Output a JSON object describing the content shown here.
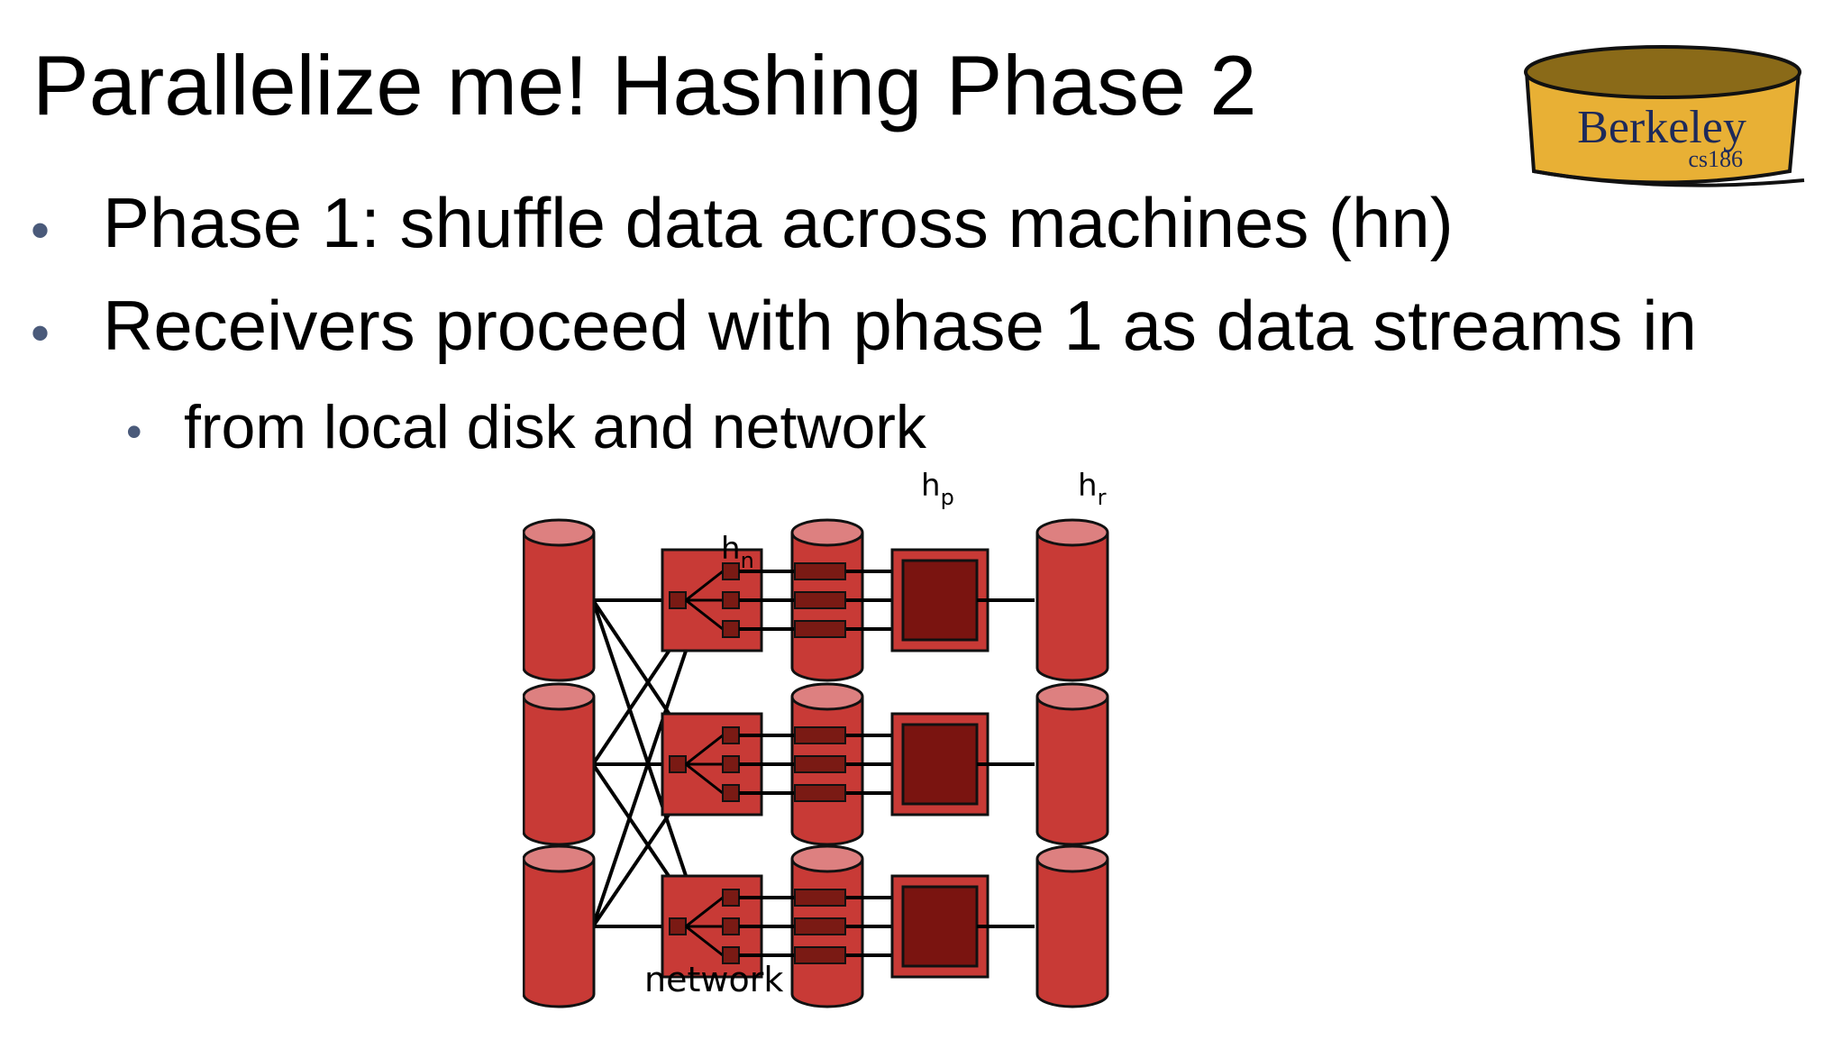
{
  "slide": {
    "title": "Parallelize me!  Hashing Phase 2",
    "bullets": [
      "Phase 1: shuffle data across machines (hn)",
      "Receivers proceed with phase 1 as data streams in"
    ],
    "sub_bullets": [
      "from local disk and network"
    ],
    "bullet_glyph": "•"
  },
  "logo": {
    "text": "Berkeley",
    "subtext": "cs186",
    "icon": "bowl-logo"
  },
  "diagram": {
    "labels": {
      "hn_base": "h",
      "hn_sub": "n",
      "hp_base": "h",
      "hp_sub": "p",
      "hr_base": "h",
      "hr_sub": "r",
      "network": "network"
    },
    "rows": 3,
    "colors": {
      "disk_body": "#c83a36",
      "disk_top": "#dd8080",
      "partitioner": "#c83a36",
      "bucket": "#7a1a14",
      "hash_table": "#7a1410",
      "line": "#000000"
    }
  }
}
